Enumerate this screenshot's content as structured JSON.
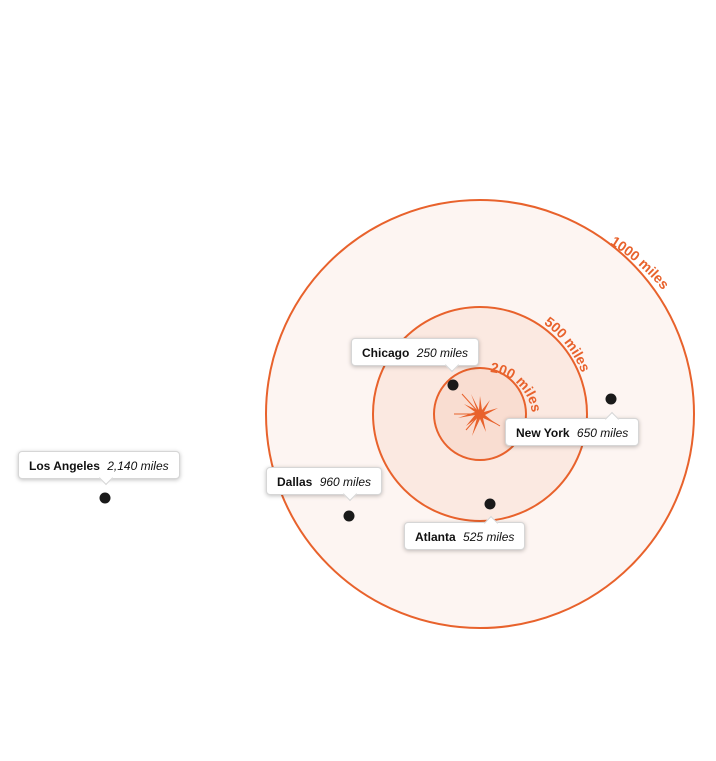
{
  "colors": {
    "ring_stroke": "#e8622c",
    "ring_fill": "#fdf3ef",
    "burst": "#e8622c",
    "city_dot": "#1a1a1a",
    "ring_label": "#e8622c"
  },
  "rings": [
    {
      "label": "1000 miles",
      "radius_miles": 1000
    },
    {
      "label": "500 miles",
      "radius_miles": 500
    },
    {
      "label": "200 miles",
      "radius_miles": 200
    }
  ],
  "cities": [
    {
      "name": "Chicago",
      "distance": "250 miles"
    },
    {
      "name": "New York",
      "distance": "650 miles"
    },
    {
      "name": "Atlanta",
      "distance": "525 miles"
    },
    {
      "name": "Dallas",
      "distance": "960 miles"
    },
    {
      "name": "Los Angeles",
      "distance": "2,140 miles"
    }
  ]
}
